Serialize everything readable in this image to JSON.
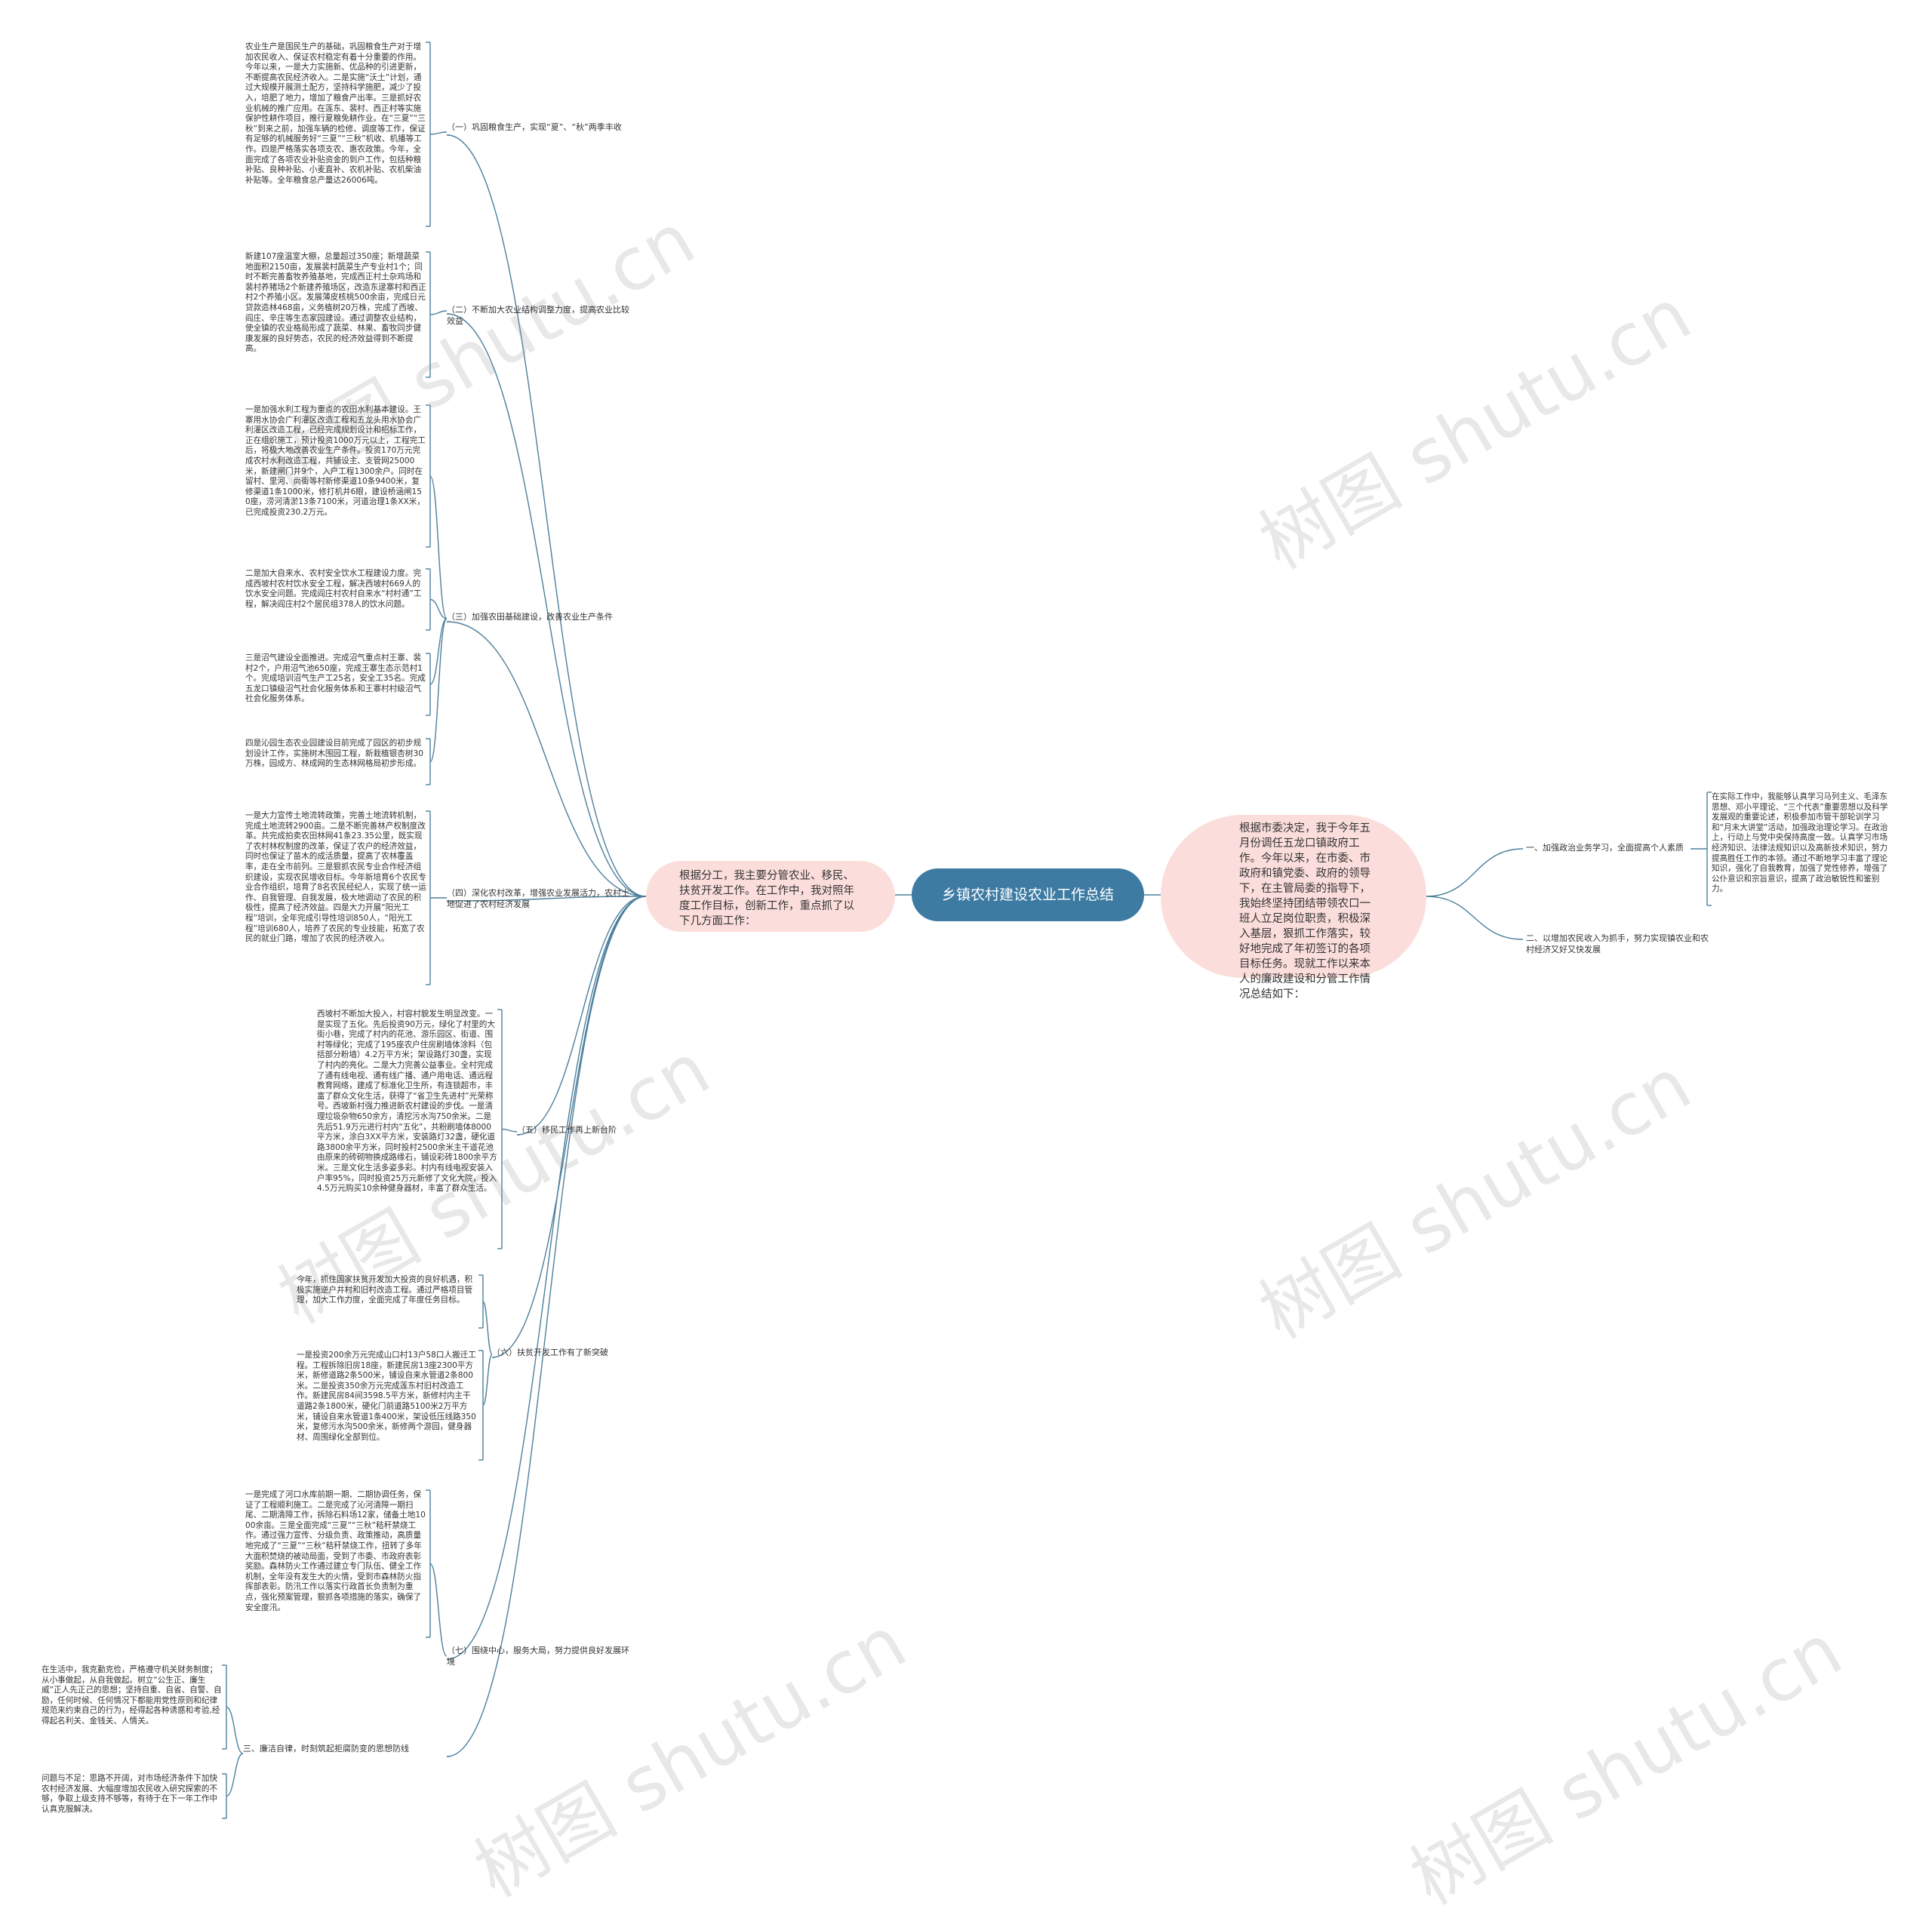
{
  "root": {
    "text": "乡镇农村建设农业工作总结"
  },
  "left_intro": {
    "text": "根据分工，我主要分管农业、移民、扶贫开发工作。在工作中，我对照年度工作目标，创新工作，重点抓了以下几方面工作："
  },
  "right_intro": {
    "text": "根据市委决定，我于今年五月份调任五龙口镇政府工作。今年以来，在市委、市政府和镇党委、政府的领导下，在主管局委的指导下，我始终坚持团结带领农口一班人立足岗位职责，积极深入基层，狠抓工作落实，较好地完成了年初签订的各项目标任务。现就工作以来本人的廉政建设和分管工作情况总结如下："
  },
  "branches": {
    "b1": {
      "label": "（一）巩固粮食生产，实现“夏”、“秋”两季丰收"
    },
    "b2": {
      "label": "（二）不断加大农业结构调整力度，提高农业比较效益"
    },
    "b3": {
      "label": "（三）加强农田基础建设，改善农业生产条件"
    },
    "b4": {
      "label": "（四）深化农村改革，增强农业发展活力，农村土地促进了农村经济发展"
    },
    "b5": {
      "label": "（五）移民工作再上新台阶"
    },
    "b6": {
      "label": "（六）扶贫开发工作有了新突破"
    },
    "b7": {
      "label": "（七）围绕中心，服务大局，努力提供良好发展环境"
    },
    "b8": {
      "label": "三、廉洁自律，时刻筑起拒腐防变的思想防线"
    },
    "r1": {
      "label": "一、加强政治业务学习，全面提高个人素质"
    },
    "r2": {
      "label": "二、以增加农民收入为抓手，努力实现镇农业和农村经济又好又快发展"
    }
  },
  "leaves": {
    "b1_1": "农业生产是国民生产的基础，巩固粮食生产对于增加农民收入、保证农村稳定有着十分重要的作用。今年以来，一是大力实施新、优品种的引进更新，不断提高农民经济收入。二是实施“沃土”计划，通过大规模开展测土配方，坚持科学施肥，减少了投入，培肥了地力，增加了粮食产出率。三是抓好农业机械的推广应用。在莲东、裴村、西正村等实施保护性耕作项目，推行夏粮免耕作业。在“三夏”“三秋”到来之前，加强车辆的检修、调度等工作，保证有足够的机械服务好“三夏”“三秋”机收、机播等工作。四是严格落实各项支农、惠农政策。今年，全面完成了各项农业补贴资金的到户工作，包括种粮补贴、良种补贴、小麦直补、农机补贴、农机柴油补贴等。全年粮食总产量达26006吨。",
    "b2_1": "新建107座温室大棚，总量超过350座；新增蔬菜地面积2150亩，发展裴村蔬菜生产专业村1个；同时不断完善畜牧养殖基地，完成西正村土杂鸡场和裴村养猪场2个新建养殖场区，改造东逯寨村和西正村2个养殖小区。发展薄皮核桃500余亩，完成日元贷款造林468亩，义务植树20万株，完成了西坡、阎庄、辛庄等生态家园建设。通过调整农业结构，使全镇的农业格局形成了蔬菜、林果、畜牧同步健康发展的良好势态，农民的经济效益得到不断提高。",
    "b3_1": "一是加强水利工程为重点的农田水利基本建设。王寨用水协会广利灌区改造工程和五龙头用水协会广利灌区改造工程，已经完成规划设计和招标工作，正在组织施工，预计投资1000万元以上，工程完工后，将极大地改善农业生产条件。投资170万元完成农村水利改造工程，共铺设主、支管网25000米，新建闸门井9个，入户工程1300余户。同时在留村、里河、尚街等村新修渠道10条9400米，复修渠道1条1000米，修打机井6眼，建设桥涵闸150座，涝河清淤13条7100米，河道治理1条XX米，已完成投资230.2万元。",
    "b3_2": "二是加大自来水、农村安全饮水工程建设力度。完成西坡村农村饮水安全工程，解决西坡村669人的饮水安全问题。完成阎庄村农村自来水“村村通”工程，解决阎庄村2个居民组378人的饮水问题。",
    "b3_3": "三是沼气建设全面推进。完成沼气重点村王寨、裴村2个，户用沼气池650座，完成王寨生态示范村1个。完成培训沼气生产工25名，安全工35名。完成五龙口镇级沼气社会化服务体系和王寨村村级沼气社会化服务体系。",
    "b3_4": "四是沁园生态农业园建设目前完成了园区的初步规划设计工作，实施树木围园工程，新栽植银杏树30万株，园成方、林成网的生态林网格局初步形成。",
    "b4_1": "一是大力宣传土地流转政策，完善土地流转机制，完成土地流转2900亩。二是不断完善林产权制度改革。共完成拍卖农田林网41条23.35公里，既实现了农村林权制度的改革，保证了农户的经济效益，同时也保证了苗木的成活质量，提高了农林覆盖率，走在全市前列。三是狠抓农民专业合作经济组织建设，实现农民增收目标。今年新培育6个农民专业合作组织，培育了8名农民经纪人，实现了统一运作、自我管理、自我发展，极大地调动了农民的积极性，提高了经济效益。四是大力开展“阳光工程”培训，全年完成引导性培训850人，“阳光工程”培训680人，培养了农民的专业技能，拓宽了农民的就业门路，增加了农民的经济收入。",
    "b5_1": "西坡村不断加大投入，村容村貌发生明显改变。一是实现了五化。先后投资90万元，绿化了村里的大街小巷，完成了村内的花池、游乐园区、街道、围村等绿化；完成了195座农户住房刷墙体涂料（包括部分粉墙）4.2万平方米；架设路灯30盏，实现了村内的亮化。二是大力完善公益事业。全村完成了通有线电视、通有线广播、通户用电话、通远程教育网络，建成了标准化卫生所，有连锁超市，丰富了群众文化生活，获得了“省卫生先进村”光荣称号。西坡新村强力推进新农村建设的步伐。一是清理垃圾杂物650余方，清挖污水沟750余米。二是先后51.9万元进行村内“五化”，共粉刷墙体8000平方米，涂白3XX平方米，安装路灯32盏，硬化道路3800余平方米，同时投村2500余米主干道花池由原来的砖砌物换成路缘石，铺设彩砖1800余平方米。三是文化生活多姿多彩。村内有线电视安装入户率95%，同时投资25万元新修了文化大院，投入4.5万元购买10余种健身器材，丰富了群众生活。",
    "b6_1": "今年，抓住国家扶贫开发加大投资的良好机遇，积极实施逆户井村和旧村改造工程。通过严格项目管理，加大工作力度，全面完成了年度任务目标。",
    "b6_2": "一是投资200余万元完成山口村13户58口人搬迁工程。工程拆除旧房18座，新建民房13座2300平方米，新修道路2条500米，铺设自来水管道2条800米。二是投资350余万元完成莲东村旧村改造工作。新建民房84间3598.5平方米，新修村内主干道路2条1800米，硬化门前道路5100米2万平方米，铺设自来水管道1条400米，架设低压线路350米，复修污水沟500余米，新修两个游园，健身器材、周围绿化全部到位。",
    "b7_1": "一是完成了河口水库前期一期、二期协调任务，保证了工程顺利施工。二是完成了沁河清障一期扫尾、二期清障工作，拆除石料场12家，储备土地1000余亩。三是全面完成“三夏”“三秋”秸秆禁烧工作。通过强力宣传、分级负责、政策推动，高质量地完成了“三夏”“三秋”秸秆禁烧工作，扭转了多年大面积焚烧的被动局面，受到了市委、市政府表彰奖励。森林防火工作通过建立专门队伍、健全工作机制，全年没有发生大的火情，受到市森林防火指挥部表彰。防汛工作以落实行政首长负责制为重点，强化预案管理，狠抓各项措施的落实，确保了安全度汛。",
    "b8_1": "在生活中，我克勤克俭，严格遵守机关财务制度；从小事做起，从自我做起。树立“公生正、廉生威”正人先正己的思想；坚持自重、自省、自警、自励，任何时候、任何情况下都能用党性原则和纪律规范来约束自己的行为，经得起各种诱惑和考验,经得起名利关、金钱关、人情关。",
    "b8_2": "问题与不足：思路不开阔，对市场经济条件下加快农村经济发展、大幅度增加农民收入研究探索的不够，争取上级支持不够等，有待于在下一年工作中认真克服解决。",
    "r1_1": "在实际工作中，我能够认真学习马列主义、毛泽东思想、邓小平理论、“三个代表”重要思想以及科学发展观的重要论述，积极参加市管干部轮训学习和“月末大讲堂”活动，加强政治理论学习。在政治上，行动上与党中央保持高度一致。认真学习市场经济知识、法律法规知识以及高新技术知识，努力提高胜任工作的本领。通过不断地学习丰富了理论知识，强化了自我教育，加强了党性修养，增强了公仆意识和宗旨意识，提高了政治敏锐性和鉴别力。"
  },
  "watermark": {
    "text": "树图 shutu.cn"
  },
  "colors": {
    "root": "#3d7ba3",
    "bubble": "#fbdedc",
    "line": "#4d7f9c"
  }
}
